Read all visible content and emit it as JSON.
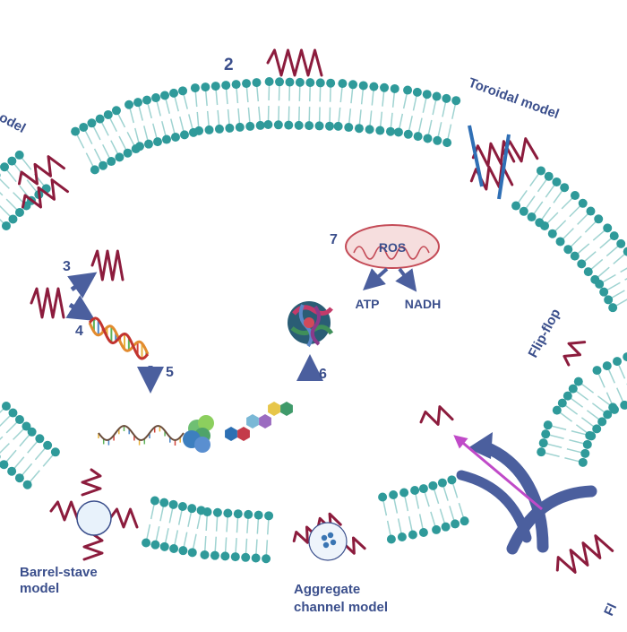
{
  "labels": {
    "partial_left": "odel",
    "num_2": "2",
    "toroidal": "Toroidal model",
    "num_3": "3",
    "num_4": "4",
    "num_5": "5",
    "num_6": "6",
    "num_7": "7",
    "ros": "ROS",
    "atp": "ATP",
    "nadh": "NADH",
    "flip_flop": "Flip-flop",
    "barrel_line1": "Barrel-stave",
    "barrel_line2": "model",
    "aggregate_line1": "Aggregate",
    "aggregate_line2": "channel model",
    "partial_right": "Fl"
  },
  "colors": {
    "lipid_head": "#2f9a9a",
    "lipid_tail": "#9fd3d1",
    "peptide": "#8c1c3d",
    "label_blue": "#3b4f8c",
    "arrow_blue": "#4b5f9e",
    "toroidal_bar": "#2f6fb5",
    "magenta_arrow": "#c04ac8",
    "mito_fill": "#f6dede",
    "mito_stroke": "#c44b57"
  },
  "icons": {
    "mitochondrion": "mitochondrion-icon",
    "dna": "dna-helix-icon",
    "ribosome": "ribosome-mrna-icon",
    "protein_chain": "amino-acid-chain-icon",
    "folded_protein": "folded-protein-icon"
  }
}
